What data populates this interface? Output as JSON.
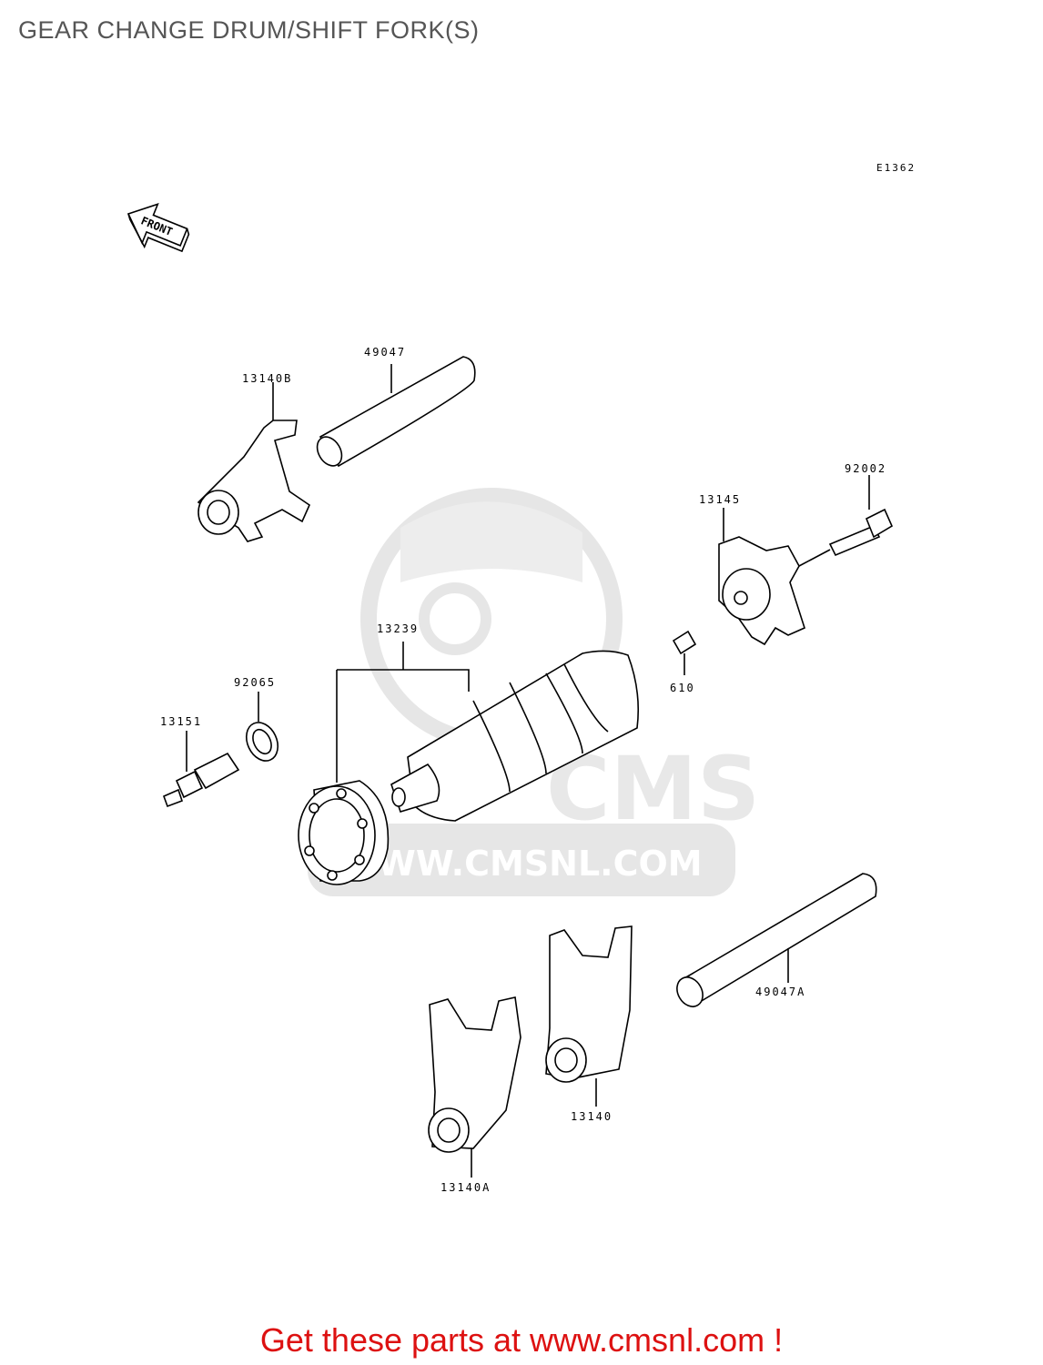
{
  "title": "GEAR CHANGE DRUM/SHIFT FORK(S)",
  "diagram_code": "E1362",
  "front_label": "FRONT",
  "watermark": {
    "brand": "CMS",
    "url": "WWW.CMSNL.COM"
  },
  "parts": [
    {
      "ref": "49047"
    },
    {
      "ref": "13140B"
    },
    {
      "ref": "92002"
    },
    {
      "ref": "13145"
    },
    {
      "ref": "13239"
    },
    {
      "ref": "92065"
    },
    {
      "ref": "13151"
    },
    {
      "ref": "610"
    },
    {
      "ref": "49047A"
    },
    {
      "ref": "13140"
    },
    {
      "ref": "13140A"
    }
  ],
  "cta_text": "Get these parts at www.cmsnl.com !",
  "colors": {
    "title": "#555555",
    "cta": "#dd1111",
    "lines": "#000000",
    "watermark": "#e6e6e6"
  }
}
